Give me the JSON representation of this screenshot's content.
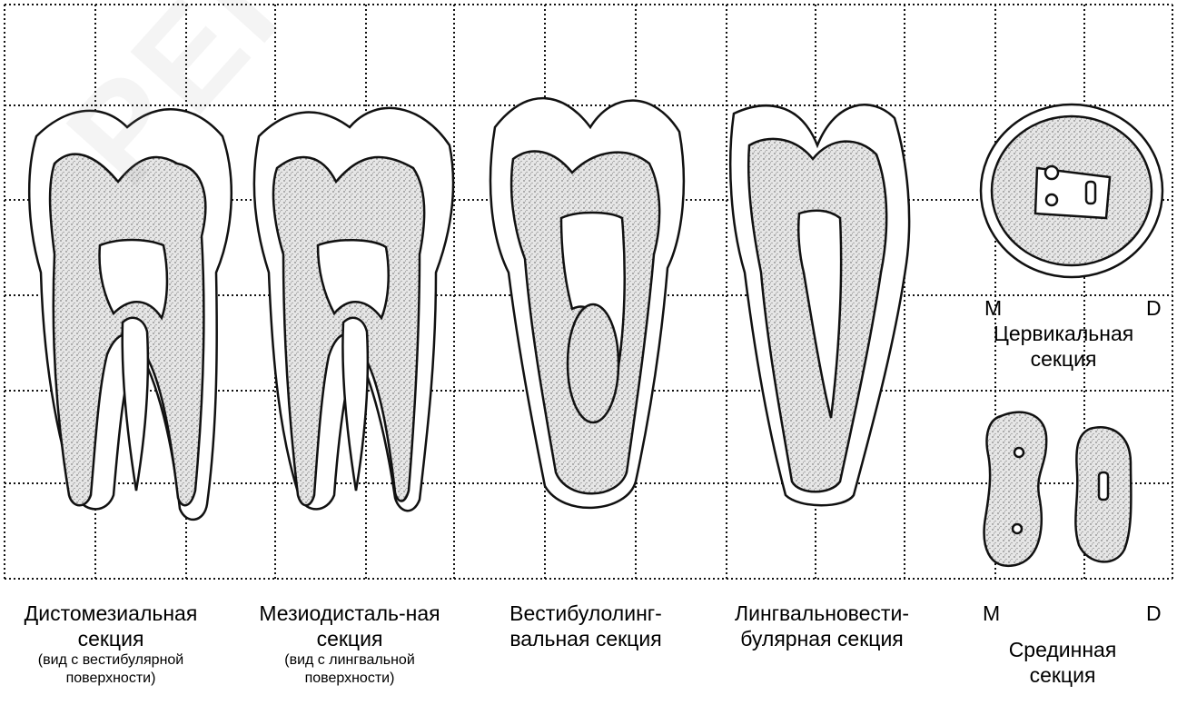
{
  "watermark": "РЕПОЗИТОРИЙ",
  "sections": [
    {
      "title": "Дистомезиальная секция",
      "note": "(вид с вестибулярной поверхности)"
    },
    {
      "title": "Мезиодисталь-ная секция",
      "note": "(вид с лингвальной поверхности)"
    },
    {
      "title": "Вестибулолинг-вальная секция",
      "note": ""
    },
    {
      "title": "Лингвальновести-булярная секция",
      "note": ""
    }
  ],
  "cervical": {
    "m": "M",
    "d": "D",
    "title": "Цервикальная секция"
  },
  "median": {
    "m": "M",
    "d": "D",
    "title": "Срединная секция"
  }
}
